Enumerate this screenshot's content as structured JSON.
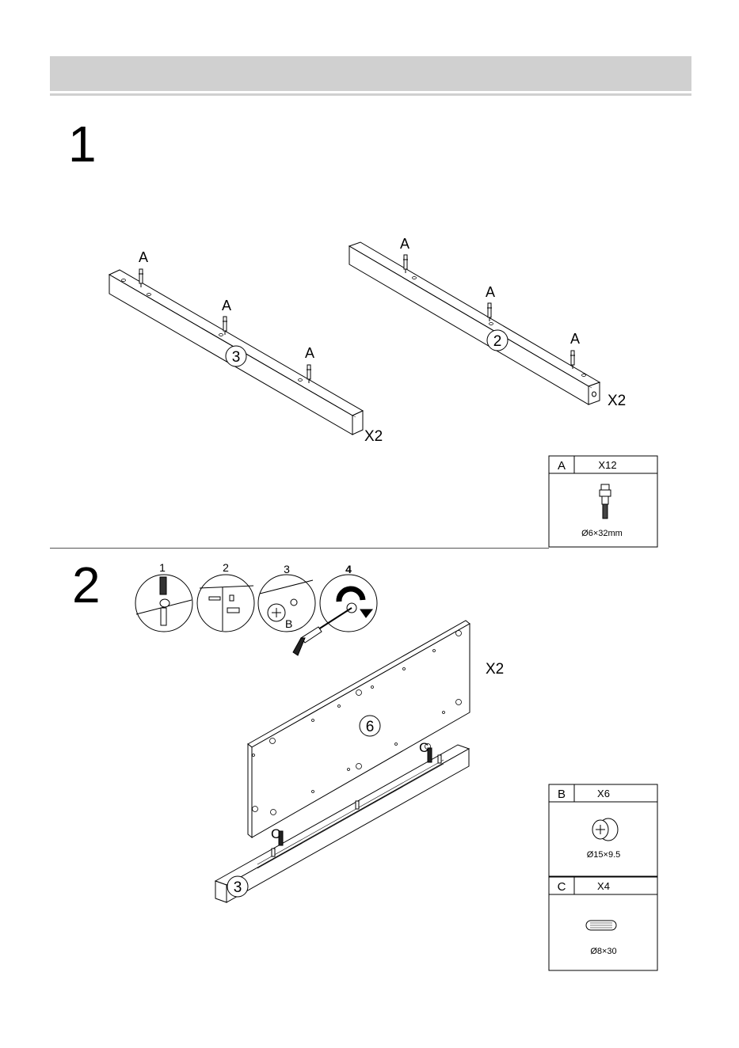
{
  "step1": {
    "number": "1",
    "left_rail": {
      "part_number": "3",
      "quantity": "X2",
      "fitting_labels": [
        "A",
        "A",
        "A"
      ]
    },
    "right_rail": {
      "part_number": "2",
      "quantity": "X2",
      "fitting_labels": [
        "A",
        "A",
        "A"
      ]
    },
    "parts_box": {
      "letter": "A",
      "count": "X12",
      "size": "Ø6×32mm"
    }
  },
  "step2": {
    "number": "2",
    "sequence": [
      "1",
      "2",
      "3",
      "4"
    ],
    "cam_label": "B",
    "panel": {
      "part_number": "6",
      "quantity": "X2"
    },
    "rail": {
      "part_number": "3"
    },
    "dowel_labels": [
      "C",
      "C"
    ],
    "parts_box_b": {
      "letter": "B",
      "count": "X6",
      "size": "Ø15×9.5"
    },
    "parts_box_c": {
      "letter": "C",
      "count": "X4",
      "size": "Ø8×30"
    }
  }
}
